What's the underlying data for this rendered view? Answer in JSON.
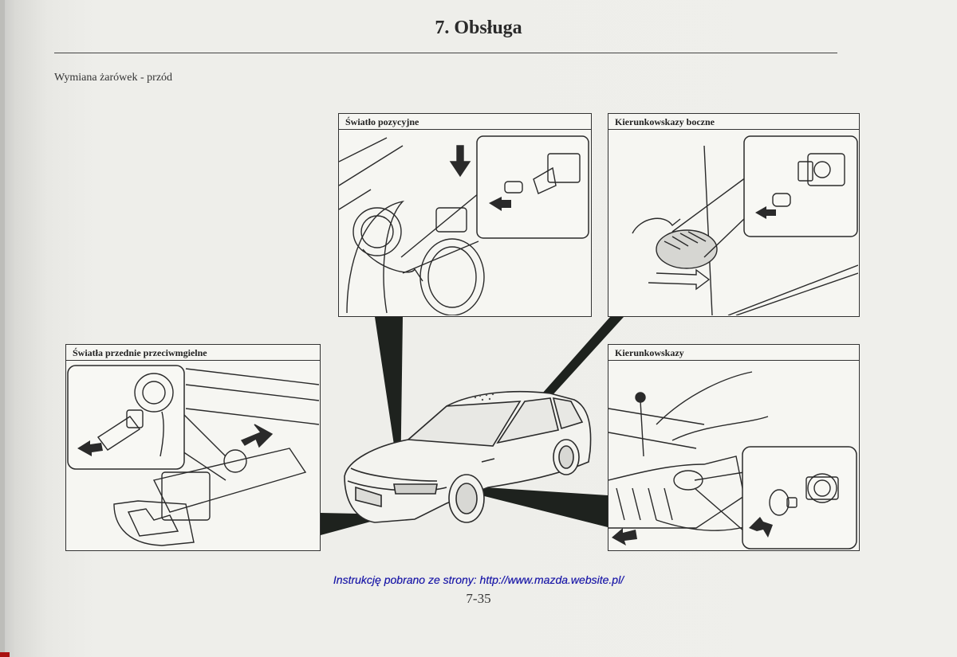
{
  "page": {
    "title": "7. Obsługa",
    "section_heading": "Wymiana żarówek - przód",
    "source_note": "Instrukcję pobrano ze strony: http://www.mazda.website.pl/",
    "page_number": "7-35"
  },
  "panels": {
    "position_light": {
      "caption": "Światło pozycyjne"
    },
    "side_indicators": {
      "caption": "Kierunkowskazy boczne"
    },
    "fog_lights": {
      "caption": "Światła przednie przeciwmgielne"
    },
    "turn_signals": {
      "caption": "Kierunkowskazy"
    }
  }
}
